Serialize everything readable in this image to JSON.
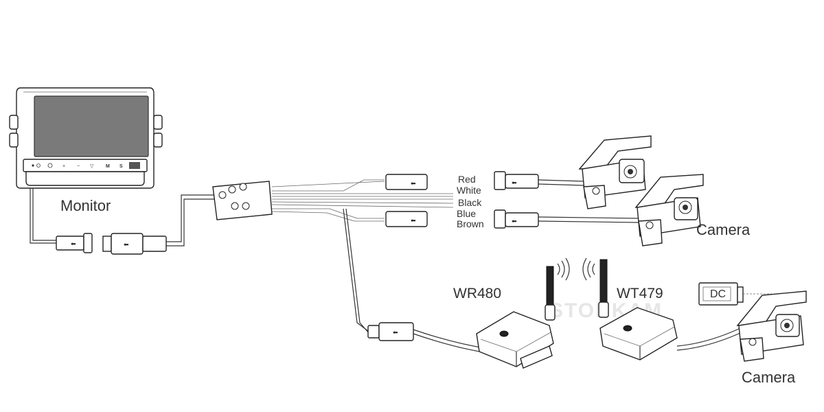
{
  "labels": {
    "monitor": "Monitor",
    "camera_top": "Camera",
    "camera_bottom": "Camera",
    "receiver": "WR480",
    "transmitter": "WT479",
    "dc": "DC",
    "watermark": "STONKAM"
  },
  "wires": [
    "Red",
    "White",
    "Black",
    "Blue",
    "Brown"
  ],
  "colors": {
    "line": "#333333",
    "screen": "#7a7a7a",
    "background": "#ffffff"
  },
  "icons": {
    "wireless_signal": "wifi-waves-icon",
    "arrow_marker": "connector-arrow-icon"
  }
}
